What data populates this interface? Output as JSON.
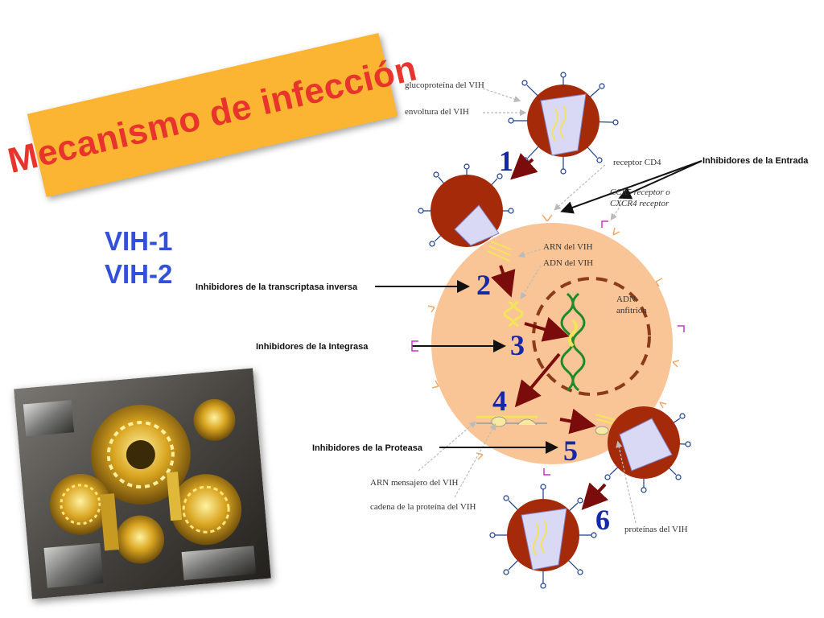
{
  "title": "Mecanismo de infección",
  "strains": [
    "VIH-1",
    "VIH-2"
  ],
  "labels": {
    "glycoprotein": "glucoproteína del VIH",
    "envelope": "envoltura del VIH",
    "cd4": "receptor CD4",
    "ccr5_1": "CCR5 receptor o",
    "ccr5_2": "CXCR4 receptor",
    "rna": "ARN del VIH",
    "dna": "ADN del VIH",
    "host_dna_1": "ADN",
    "host_dna_2": "anfitrión",
    "mrna": "ARN mensajero del VIH",
    "protein_chain": "cadena de la proteína del VIH",
    "proteins": "proteínas del VIH"
  },
  "inhibitors": {
    "entry": "Inhibidores de la Entrada",
    "rt": "Inhibidores de la transcriptasa inversa",
    "integrase": "Inhibidores de la Integrasa",
    "protease": "Inhibidores de la Proteasa"
  },
  "steps": [
    "1",
    "2",
    "3",
    "4",
    "5",
    "6"
  ],
  "colors": {
    "banner": "#fcb532",
    "banner_text": "#e8342d",
    "strain_text": "#3350d8",
    "cell": "#f9c596",
    "virus": "#a52a0a",
    "nucleus": "#8b3a1a",
    "step_number": "#1528a8",
    "arrow": "#7a0c0c"
  }
}
